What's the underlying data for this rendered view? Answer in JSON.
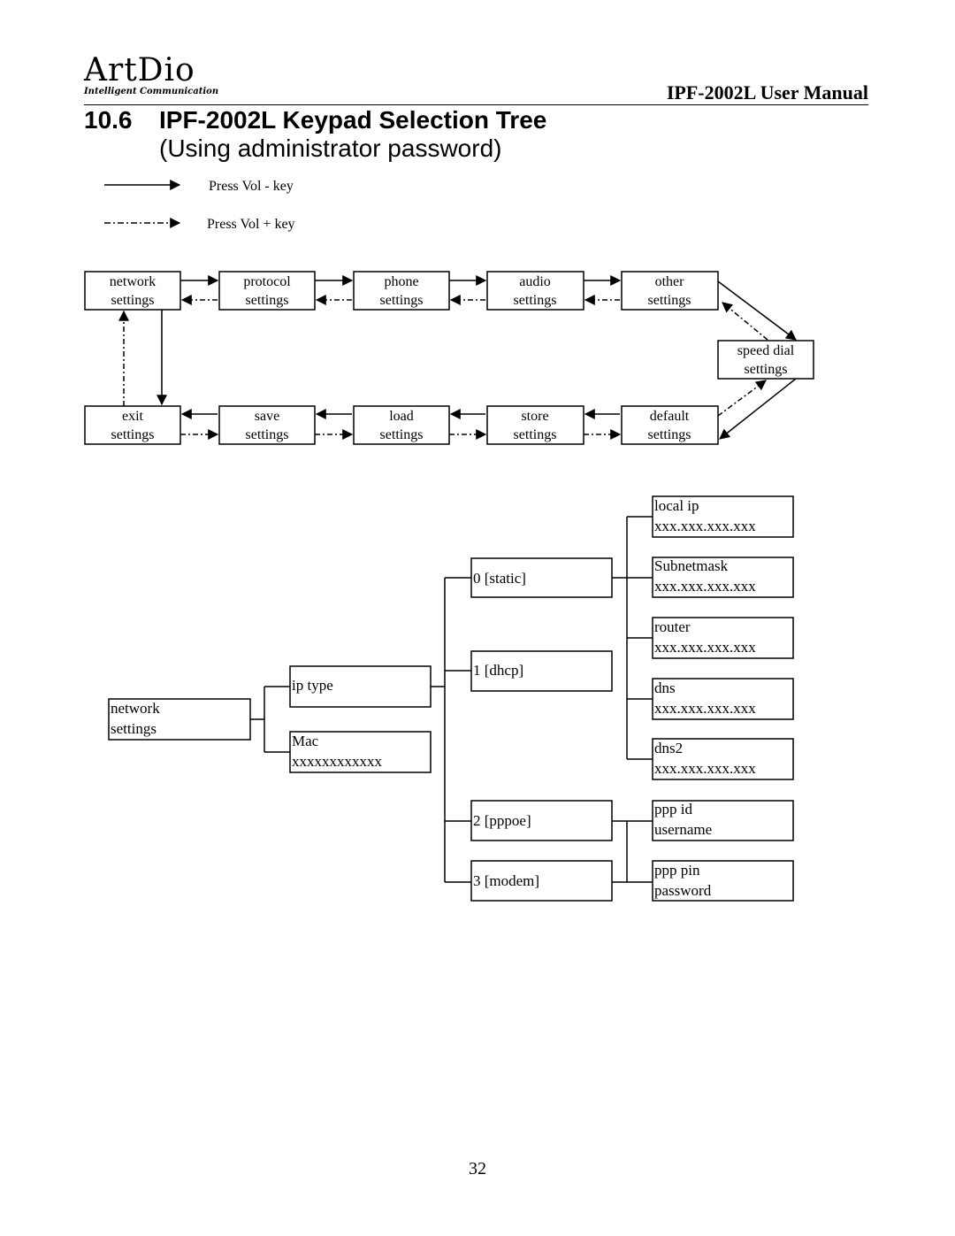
{
  "header": {
    "logo_text": "ArtDio",
    "logo_tagline": "Intelligent Communication",
    "manual_title": "IPF-2002L User Manual"
  },
  "section": {
    "number": "10.6",
    "title": "IPF-2002L Keypad Selection Tree",
    "subtitle": "(Using administrator password)"
  },
  "legend": {
    "solid": "Press Vol  -  key",
    "dashed": "Press Vol  +  key"
  },
  "menu_loop": {
    "top_row": [
      {
        "line1": "network",
        "line2": "settings"
      },
      {
        "line1": "protocol",
        "line2": "settings"
      },
      {
        "line1": "phone",
        "line2": "settings"
      },
      {
        "line1": "audio",
        "line2": "settings"
      },
      {
        "line1": "other",
        "line2": "settings"
      }
    ],
    "right": {
      "line1": "speed dial",
      "line2": "settings"
    },
    "bottom_row": [
      {
        "line1": "exit",
        "line2": "settings"
      },
      {
        "line1": "save",
        "line2": "settings"
      },
      {
        "line1": "load",
        "line2": "settings"
      },
      {
        "line1": "store",
        "line2": "settings"
      },
      {
        "line1": "default",
        "line2": "settings"
      }
    ]
  },
  "network_tree": {
    "root": {
      "line1": "network",
      "line2": "settings"
    },
    "level1": [
      {
        "line1": "ip type",
        "line2": ""
      },
      {
        "line1": "Mac",
        "line2": "xxxxxxxxxxxx"
      }
    ],
    "ip_types": [
      {
        "line1": "0 [static]"
      },
      {
        "line1": "1 [dhcp]"
      },
      {
        "line1": "2 [pppoe]"
      },
      {
        "line1": "3 [modem]"
      }
    ],
    "static_fields": [
      {
        "line1": "local ip",
        "line2": "xxx.xxx.xxx.xxx"
      },
      {
        "line1": "Subnetmask",
        "line2": "xxx.xxx.xxx.xxx"
      },
      {
        "line1": "router",
        "line2": "xxx.xxx.xxx.xxx"
      },
      {
        "line1": "dns",
        "line2": "xxx.xxx.xxx.xxx"
      },
      {
        "line1": "dns2",
        "line2": "xxx.xxx.xxx.xxx"
      }
    ],
    "ppp_fields": [
      {
        "line1": "ppp id",
        "line2": "username"
      },
      {
        "line1": "ppp pin",
        "line2": "password"
      }
    ]
  },
  "footer": {
    "page_number": "32"
  }
}
